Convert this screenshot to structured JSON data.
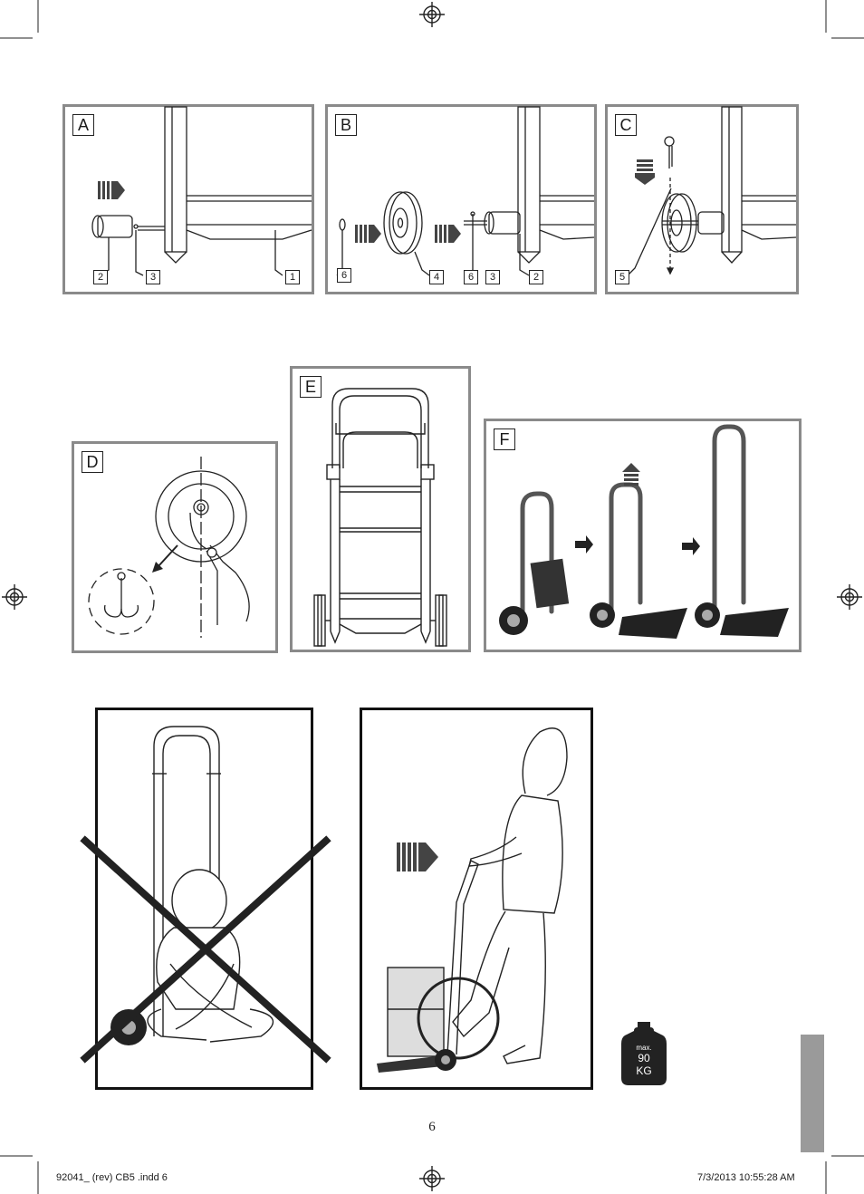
{
  "panels": {
    "A": {
      "letter": "A",
      "callouts": [
        "2",
        "3",
        "1"
      ]
    },
    "B": {
      "letter": "B",
      "callouts": [
        "6",
        "4",
        "6",
        "3",
        "2"
      ]
    },
    "C": {
      "letter": "C",
      "callouts": [
        "5"
      ]
    },
    "D": {
      "letter": "D"
    },
    "E": {
      "letter": "E"
    },
    "F": {
      "letter": "F"
    }
  },
  "weight_badge": {
    "max": "max.",
    "value": "90",
    "unit": "KG"
  },
  "page_number": "6",
  "footer": {
    "left": "92041_ (rev) CB5 .indd   6",
    "right": "7/3/2013   10:55:28 AM"
  },
  "icons": [
    "registration-mark-icon",
    "arrow-right-icon",
    "arrow-down-icon",
    "arrow-up-icon",
    "cross-out-icon",
    "weight-icon"
  ]
}
